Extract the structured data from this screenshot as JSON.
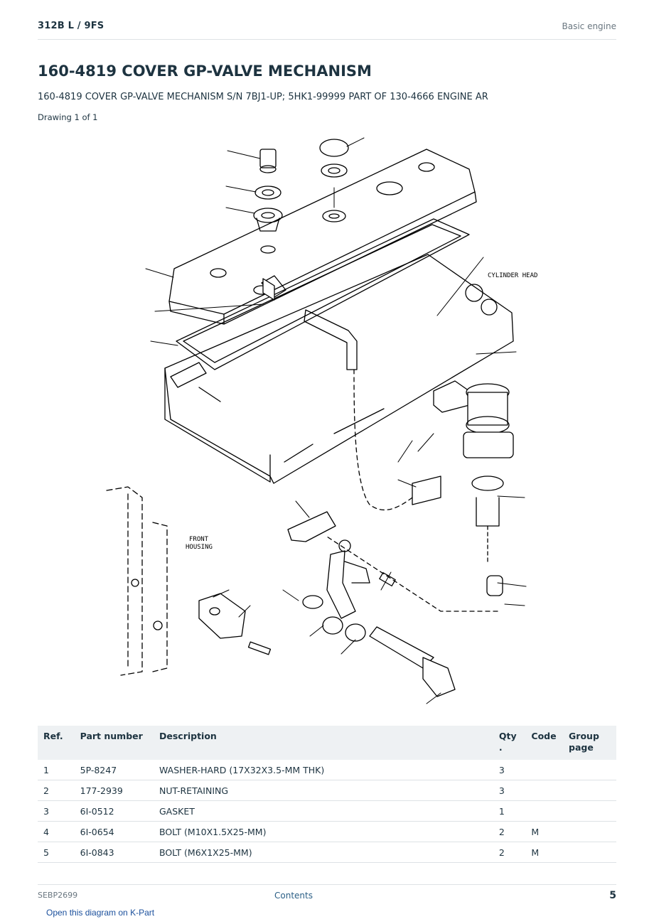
{
  "header": {
    "model": "312B L  /  9FS",
    "section": "Basic engine"
  },
  "title": "160-4819 COVER GP-VALVE MECHANISM",
  "subtitle": "160-4819 COVER GP-VALVE MECHANISM S/N 7BJ1-UP; 5HK1-99999 PART OF 130-4666 ENGINE AR",
  "drawing_note": "Drawing 1 of 1",
  "diagram_labels": {
    "cylinder_head": "CYLINDER HEAD",
    "front_line1": "FRONT",
    "front_line2": "HOUSING"
  },
  "table": {
    "headers": {
      "ref": "Ref.",
      "part_number": "Part number",
      "description": "Description",
      "qty": "Qty .",
      "code": "Code",
      "group_page": "Group page"
    },
    "rows": [
      {
        "ref": "1",
        "part_number": "5P-8247",
        "description": "WASHER-HARD (17X32X3.5-MM THK)",
        "qty": "3",
        "code": "",
        "group_page": ""
      },
      {
        "ref": "2",
        "part_number": "177-2939",
        "description": "NUT-RETAINING",
        "qty": "3",
        "code": "",
        "group_page": ""
      },
      {
        "ref": "3",
        "part_number": "6I-0512",
        "description": "GASKET",
        "qty": "1",
        "code": "",
        "group_page": ""
      },
      {
        "ref": "4",
        "part_number": "6I-0654",
        "description": "BOLT (M10X1.5X25-MM)",
        "qty": "2",
        "code": "M",
        "group_page": ""
      },
      {
        "ref": "5",
        "part_number": "6I-0843",
        "description": "BOLT (M6X1X25-MM)",
        "qty": "2",
        "code": "M",
        "group_page": ""
      }
    ]
  },
  "footer": {
    "doc_id": "SEBP2699",
    "contents_link": "Contents",
    "page_number": "5",
    "kpart_link": "Open this diagram on K-Part"
  }
}
